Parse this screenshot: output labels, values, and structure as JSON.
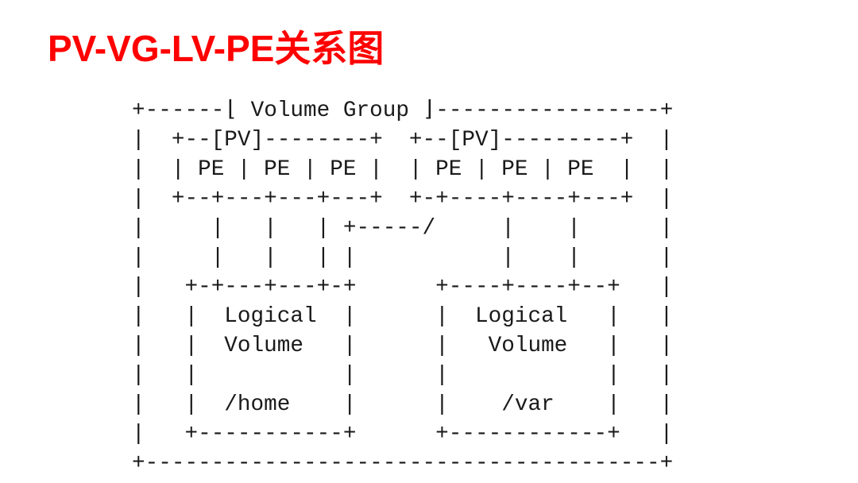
{
  "slide": {
    "title": "PV-VG-LV-PE关系图",
    "title_color": "#fe0000",
    "background": "#ffffff",
    "text_color": "#1a1a1a"
  },
  "diagram": {
    "ascii_lines": [
      "+------⌊ Volume Group ⌋-----------------+",
      "|  +--[PV]--------+  +--[PV]---------+  |",
      "|  | PE | PE | PE |  | PE | PE | PE  |  |",
      "|  +--+---+---+---+  +-+----+----+---+  |",
      "|     |   |   | +-----/     |    |      |",
      "|     |   |   | |           |    |      |",
      "|   +-+---+---+-+      +----+----+--+   |",
      "|   |  Logical  |      |  Logical   |   |",
      "|   |  Volume   |      |   Volume   |   |",
      "|   |           |      |            |   |",
      "|   |  /home    |      |    /var    |   |",
      "|   +-----------+      +------------+   |",
      "+---------------------------------------+"
    ],
    "entities": {
      "volume_group_label": "Volume Group",
      "physical_volume_label": "PV",
      "physical_extent_label": "PE",
      "pe_cells_per_pv": 3,
      "logical_volumes": [
        {
          "label": "Logical Volume",
          "mount_point": "/home"
        },
        {
          "label": "Logical Volume",
          "mount_point": "/var"
        }
      ]
    }
  }
}
